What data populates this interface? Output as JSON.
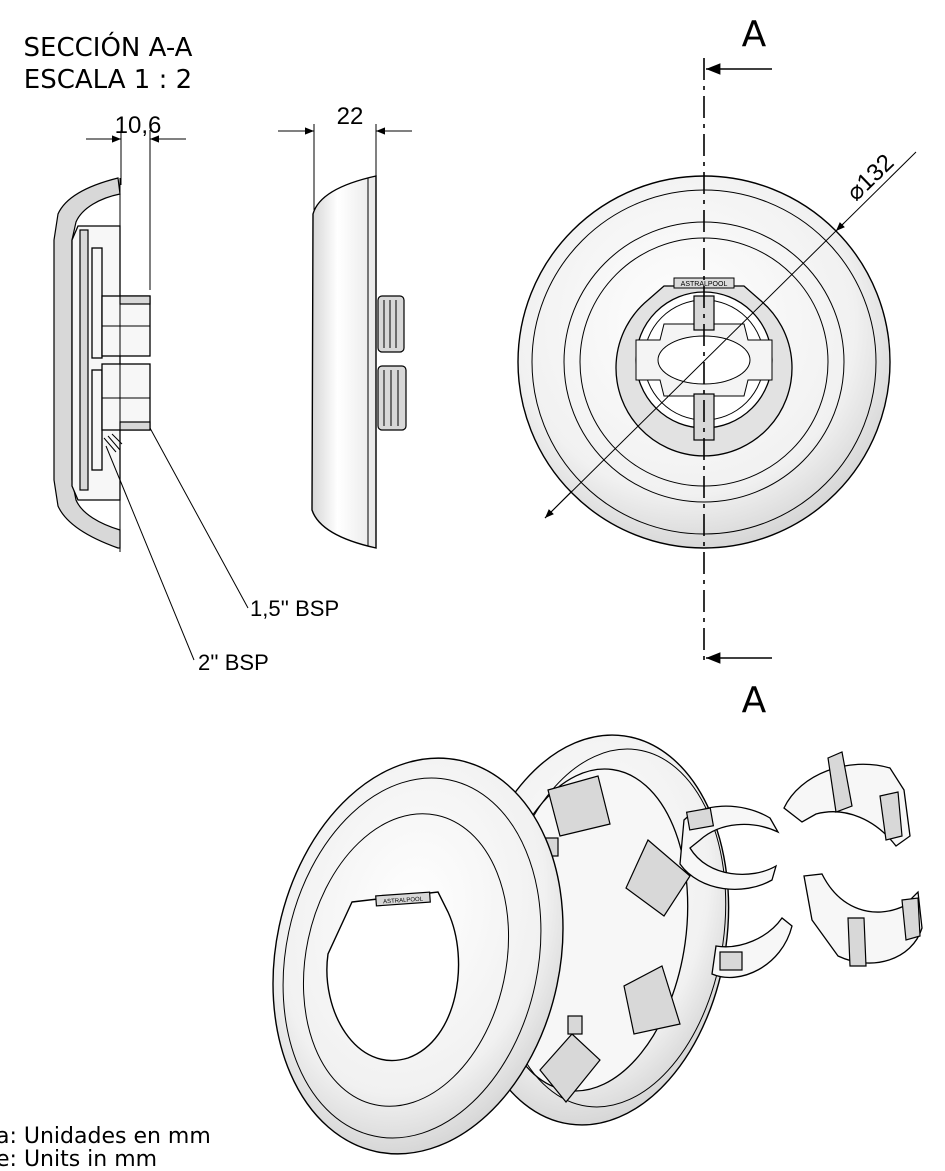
{
  "section": {
    "title": "SECCIÓN A-A",
    "scale": "ESCALA 1 : 2",
    "cut_letter_top": "A",
    "cut_letter_bottom": "A"
  },
  "dimensions": {
    "section_width": "10,6",
    "side_width": "22",
    "diameter": "⌀132"
  },
  "callouts": {
    "thread_small": "1,5'' BSP",
    "thread_large": "2'' BSP"
  },
  "brand_mark": "ASTRALPOOL",
  "notes": {
    "line1": "a: Unidades en mm",
    "line2": "e: Units in mm"
  }
}
